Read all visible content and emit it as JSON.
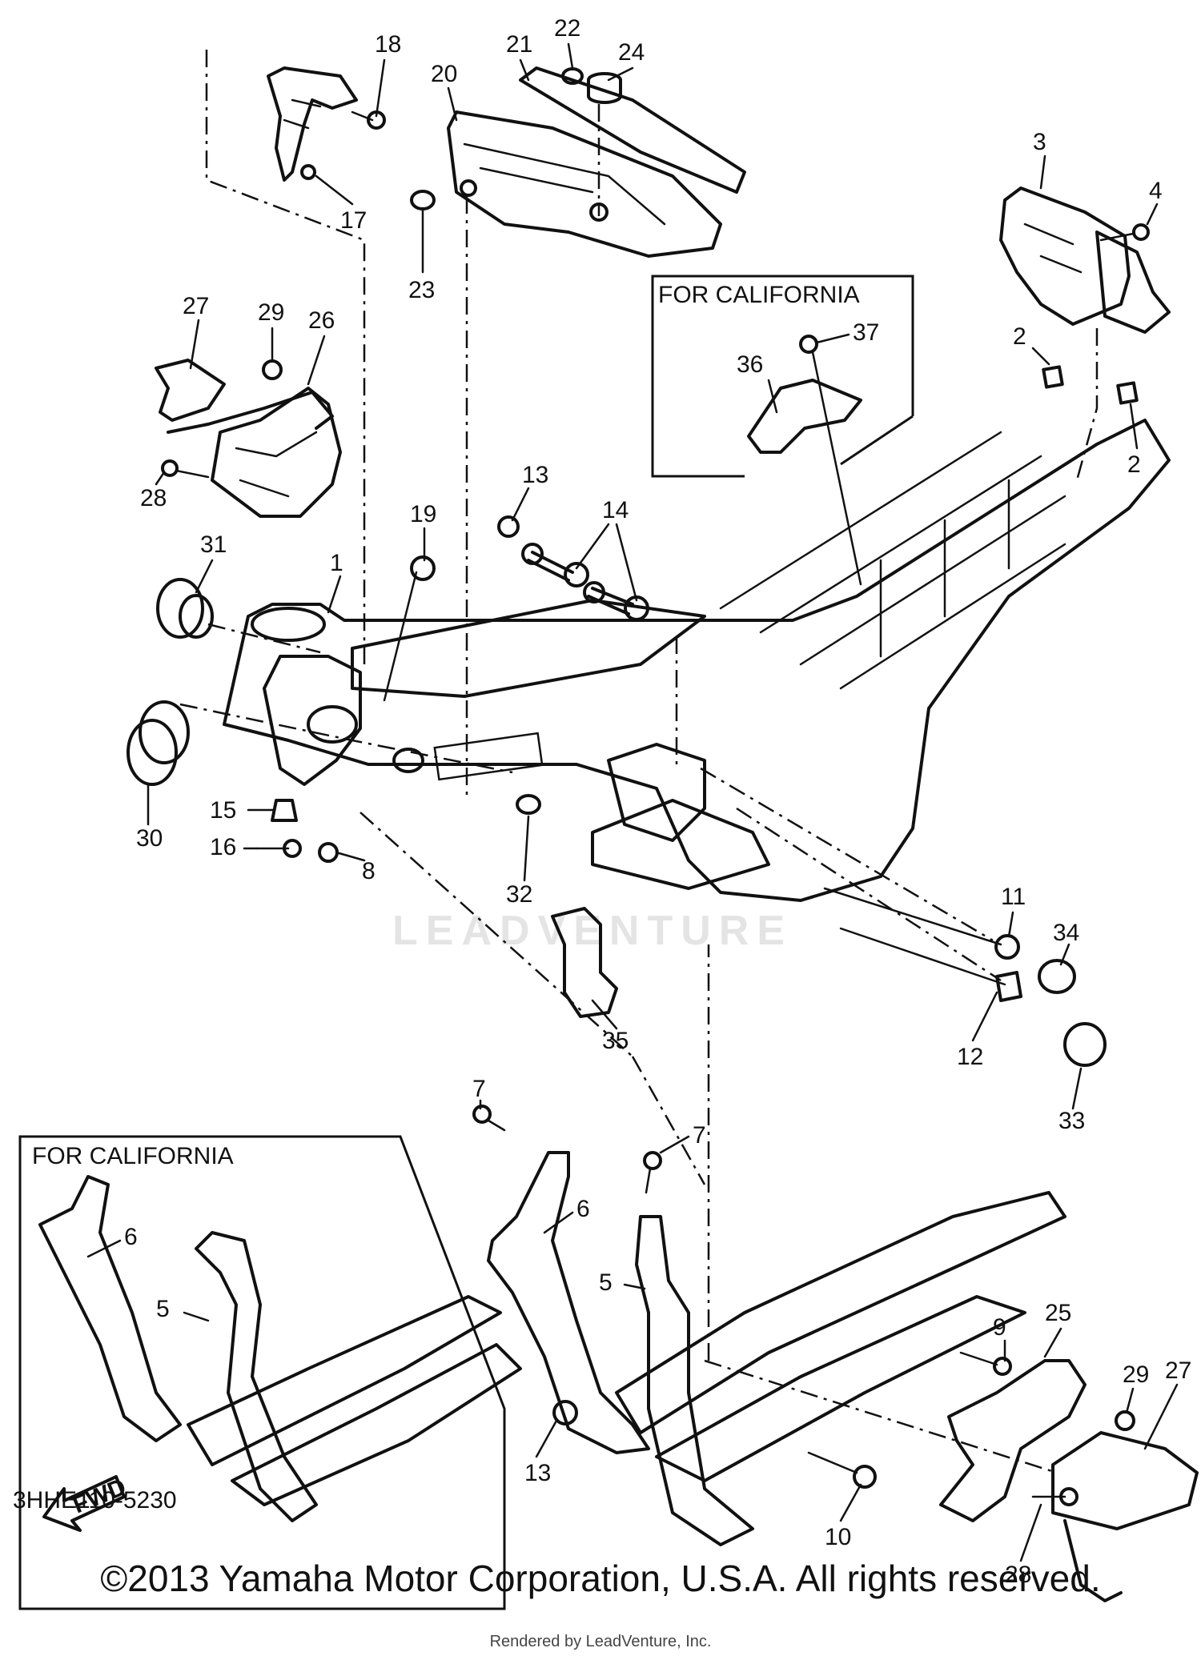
{
  "diagram": {
    "california_box_top_title": "FOR CALIFORNIA",
    "california_box_bottom_title": "FOR CALIFORNIA",
    "fwd_label": "FWD",
    "watermark": "LEADVENTURE",
    "part_code": "3HHE110-5230"
  },
  "callouts": [
    "1",
    "2",
    "2",
    "3",
    "4",
    "5",
    "5",
    "6",
    "6",
    "7",
    "7",
    "8",
    "9",
    "10",
    "11",
    "12",
    "13",
    "13",
    "14",
    "15",
    "16",
    "17",
    "18",
    "19",
    "20",
    "21",
    "22",
    "23",
    "24",
    "25",
    "26",
    "27",
    "27",
    "28",
    "28",
    "29",
    "29",
    "30",
    "31",
    "32",
    "33",
    "34",
    "35",
    "36",
    "37"
  ],
  "footer": {
    "copyright": "©2013 Yamaha Motor Corporation, U.S.A. All rights reserved.",
    "rendered_by": "Rendered by LeadVenture, Inc."
  }
}
